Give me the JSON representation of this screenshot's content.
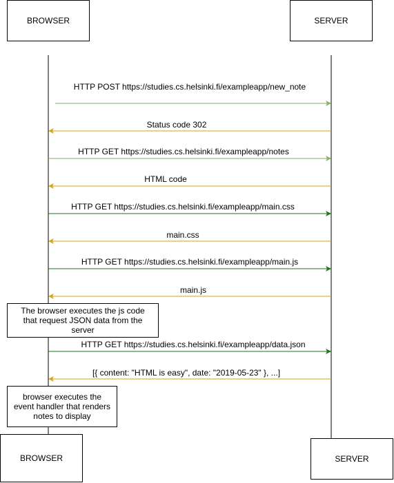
{
  "participants": {
    "browser_top": "BROWSER",
    "server_top": "SERVER",
    "browser_bottom": "BROWSER",
    "server_bottom": "SERVER"
  },
  "messages": [
    {
      "text": "HTTP POST https://studies.cs.helsinki.fi/exampleapp/new_note",
      "direction": "to-server",
      "color": "#82b366"
    },
    {
      "text": "Status code 302",
      "direction": "to-browser",
      "color": "#d6a21a"
    },
    {
      "text": "HTTP GET https://studies.cs.helsinki.fi/exampleapp/notes",
      "direction": "to-server",
      "color": "#82b366"
    },
    {
      "text": "HTML code",
      "direction": "to-browser",
      "color": "#d6a21a"
    },
    {
      "text": "HTTP GET https://studies.cs.helsinki.fi/exampleapp/main.css",
      "direction": "to-server",
      "color": "#1a7a1a"
    },
    {
      "text": "main.css",
      "direction": "to-browser",
      "color": "#d6a21a"
    },
    {
      "text": "HTTP GET https://studies.cs.helsinki.fi/exampleapp/main.js",
      "direction": "to-server",
      "color": "#1a7a1a"
    },
    {
      "text": "main.js",
      "direction": "to-browser",
      "color": "#d6a21a"
    },
    {
      "text": "HTTP GET https://studies.cs.helsinki.fi/exampleapp/data.json",
      "direction": "to-server",
      "color": "#1a7a1a"
    },
    {
      "text": "[{ content: \"HTML is easy\", date: \"2019-05-23\" }, ...]",
      "direction": "to-browser",
      "color": "#d6a21a"
    }
  ],
  "notes": [
    {
      "line1": "The browser executes the js code",
      "line2": "that request JSON data from the",
      "line3": "server"
    },
    {
      "line1": "browser executes the",
      "line2": "event handler that renders",
      "line3": "notes to display"
    }
  ]
}
